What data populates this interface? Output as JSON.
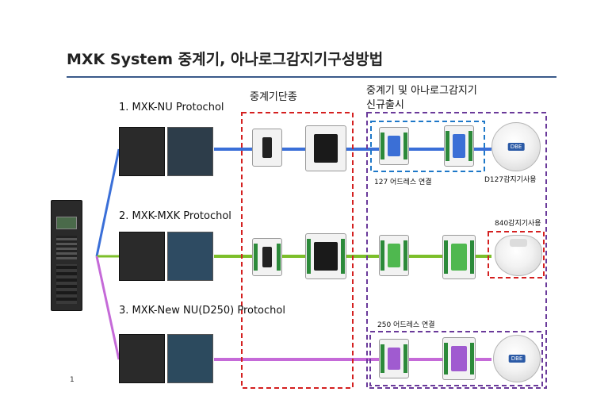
{
  "title": "MXK System 중계기, 아나로그감지기구성방법",
  "group_labels": {
    "single": "중계기단종",
    "new_line1": "중계기 및 아나로그감지기",
    "new_line2": "신규출시"
  },
  "protocols": [
    {
      "label": "1. MXK-NU Protochol",
      "color": "#3a6fd8"
    },
    {
      "label": "2. MXK-MXK Protochol",
      "color": "#7cbf2a"
    },
    {
      "label": "3. MXK-New NU(D250) Protochol",
      "color": "#c56ad8"
    }
  ],
  "notes": {
    "row1_address": "127 어드레스 연결",
    "row1_detector": "D127감지기사용",
    "row2_detector": "840감지기사용",
    "row3_address": "250 어드레스 연결"
  },
  "detector_badge": "DBE",
  "page_number": "1",
  "colors": {
    "red_dash": "#d42020",
    "purple_dash": "#6a3a9a",
    "blue_dash": "#1e78c8",
    "green_dash": "#1a8a3a",
    "module_blue": "#3b6fd6",
    "module_green": "#4fb84f",
    "module_purple": "#a05bd0"
  }
}
